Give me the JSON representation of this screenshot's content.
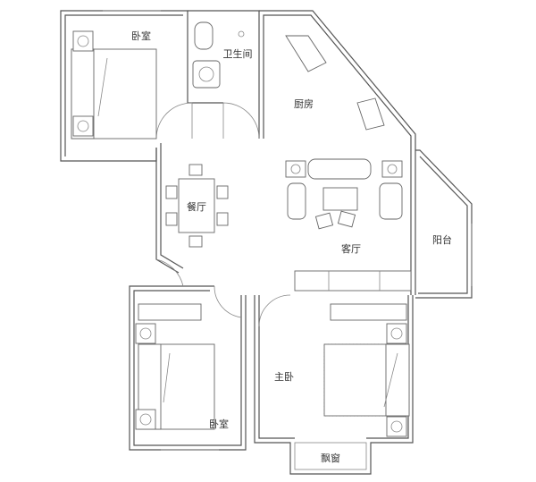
{
  "floorplan": {
    "rooms": {
      "bedroom_top": "卧室",
      "bathroom": "卫生间",
      "kitchen": "厨房",
      "dining": "餐厅",
      "living": "客厅",
      "balcony": "阳台",
      "master_bedroom": "主卧",
      "bedroom_bottom": "卧室",
      "bay_window": "飘窗"
    },
    "colors": {
      "wall": "#555555",
      "line": "#888888"
    }
  }
}
